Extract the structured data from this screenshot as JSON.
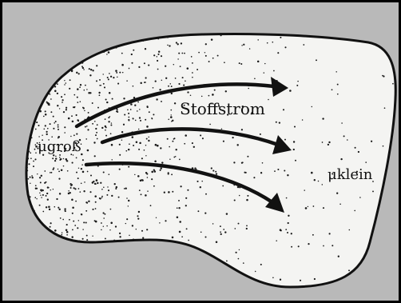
{
  "labels": {
    "flow": "Stoffstrom",
    "high": "μgroß",
    "low": "μklein"
  },
  "colors": {
    "background": "#b9b9b9",
    "blob_fill": "#f4f4f2",
    "ink": "#111111",
    "frame": "#000000"
  }
}
